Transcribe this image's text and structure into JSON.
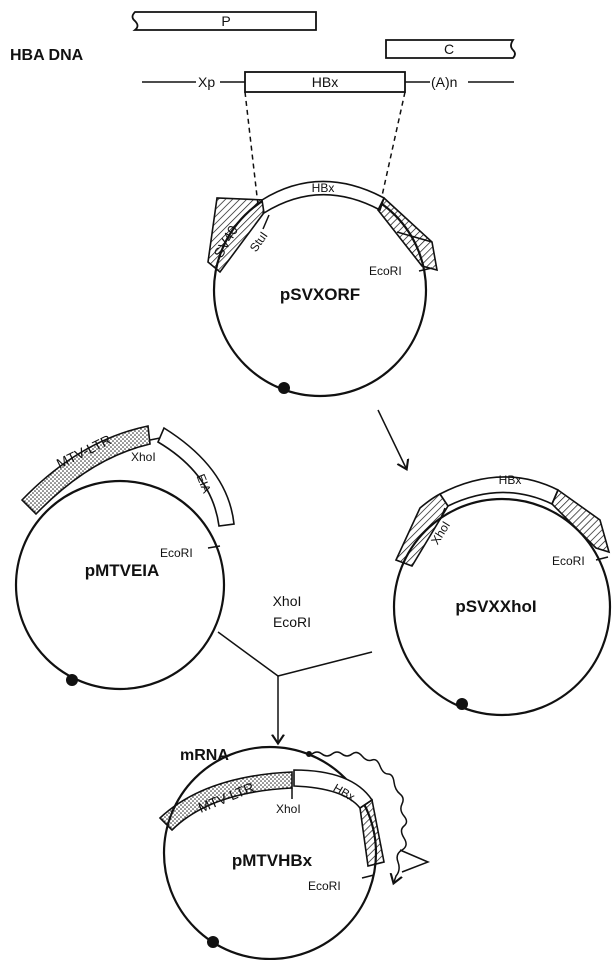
{
  "hba_dna": {
    "title": "HBA DNA",
    "p_label": "P",
    "c_label": "C",
    "xp_label": "Xp",
    "hbx_label": "HBx",
    "polya_label": "(A)n"
  },
  "psvxorf": {
    "name": "pSVXORF",
    "sv40_label": "SV40",
    "hbx_label": "HBx",
    "stu_label": "StuI",
    "ecori_label": "EcoRI"
  },
  "pmtveia": {
    "name": "pMTVEIA",
    "ltr_label": "MTV-LTR",
    "xho_label": "XhoI",
    "eia_label": "EIA",
    "ecori_label": "EcoRI"
  },
  "psvxxhoi": {
    "name": "pSVXXhoI",
    "hbx_label": "HBx",
    "xho_label": "XhoI",
    "ecori_label": "EcoRI"
  },
  "enzymes": {
    "line1": "XhoI",
    "line2": "EcoRI"
  },
  "pmtvhbx": {
    "name": "pMTVHBx",
    "mrna_label": "mRNA",
    "ltr_label": "MTV-LTR",
    "xho_label": "XhoI",
    "hbx_label": "HBx",
    "ecori_label": "EcoRI"
  }
}
